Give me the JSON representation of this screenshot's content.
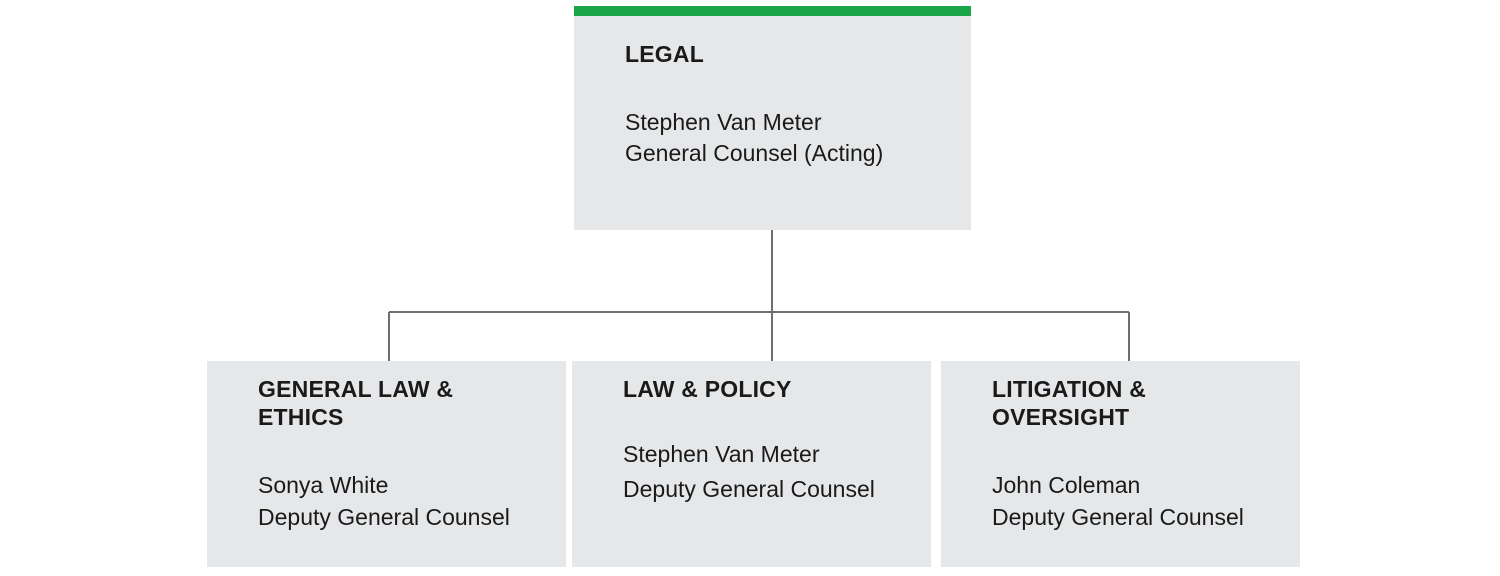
{
  "org_chart": {
    "root": {
      "title": "LEGAL",
      "name": "Stephen Van Meter",
      "role": "General Counsel (Acting)"
    },
    "children": [
      {
        "title": "GENERAL LAW & ETHICS",
        "name": "Sonya White",
        "role": "Deputy General Counsel"
      },
      {
        "title": "LAW & POLICY",
        "name": "Stephen Van Meter",
        "role": "Deputy General Counsel"
      },
      {
        "title": "LITIGATION & OVERSIGHT",
        "name": "John Coleman",
        "role": "Deputy General Counsel"
      }
    ]
  },
  "colors": {
    "accent": "#1aa549",
    "box_fill": "#e6e7e9",
    "connector": "#6d6e70",
    "text": "#1a1a1a"
  }
}
